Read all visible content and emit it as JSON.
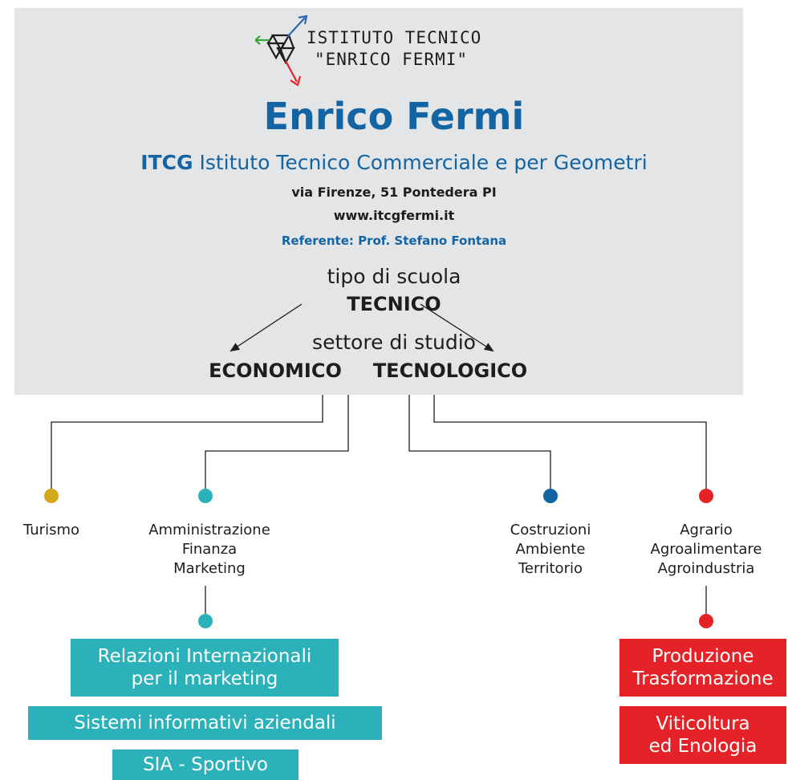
{
  "logo": {
    "line1": "ISTITUTO TECNICO",
    "line2": "\"ENRICO FERMI\"",
    "arrow_colors": [
      "#3aa83a",
      "#2e67b0",
      "#e42227"
    ]
  },
  "header": {
    "school_name": "Enrico Fermi",
    "acronym": "ITCG",
    "full_name": "Istituto Tecnico Commerciale e per Geometri",
    "address": "via Firenze, 51 Pontedera PI",
    "website": "www.itcgfermi.it",
    "referent": "Referente: Prof. Stefano Fontana",
    "school_type_label": "tipo di scuola",
    "school_type": "TECNICO",
    "sector_label": "settore di studio",
    "sectors": [
      "ECONOMICO",
      "TECNOLOGICO"
    ]
  },
  "branches": [
    {
      "label": "Turismo",
      "dot_color": "#d4a71d"
    },
    {
      "label_lines": [
        "Amministrazione",
        "Finanza",
        "Marketing"
      ],
      "dot_color": "#2ab1b9"
    },
    {
      "label_lines": [
        "Costruzioni",
        "Ambiente",
        "Territorio"
      ],
      "dot_color": "#1264a3"
    },
    {
      "label_lines": [
        "Agrario",
        "Agroalimentare",
        "Agroindustria"
      ],
      "dot_color": "#e42227"
    }
  ],
  "afm_options": [
    {
      "lines": [
        "Relazioni Internazionali",
        "per il marketing"
      ]
    },
    {
      "lines": [
        "Sistemi informativi aziendali"
      ]
    },
    {
      "lines": [
        "SIA - Sportivo"
      ]
    }
  ],
  "agrario_options": [
    {
      "lines": [
        "Produzione",
        "Trasformazione"
      ]
    },
    {
      "lines": [
        "Viticoltura",
        "ed Enologia"
      ]
    }
  ],
  "colors": {
    "panel": "#e4e5e7",
    "brand_blue": "#1264a3",
    "teal": "#2ab1b9",
    "red": "#e42227",
    "gold": "#d4a71d"
  }
}
